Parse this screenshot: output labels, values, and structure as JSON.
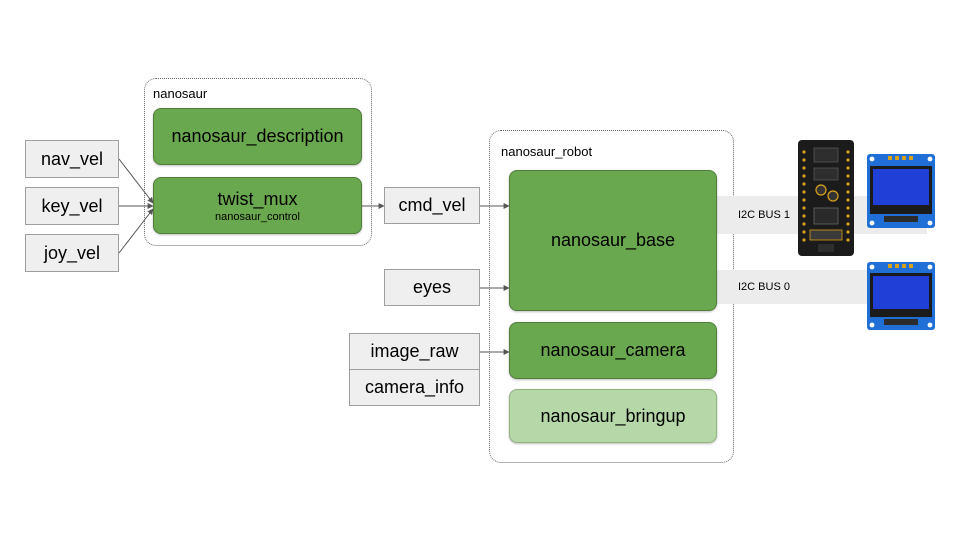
{
  "inputs": {
    "nav_vel": "nav_vel",
    "key_vel": "key_vel",
    "joy_vel": "joy_vel"
  },
  "nanosaur_group": {
    "label": "nanosaur",
    "description_node": "nanosaur_description",
    "twist_mux": {
      "title": "twist_mux",
      "subtitle": "nanosaur_control"
    }
  },
  "topics": {
    "cmd_vel": "cmd_vel",
    "eyes": "eyes",
    "image_raw": "image_raw",
    "camera_info": "camera_info"
  },
  "robot_group": {
    "label": "nanosaur_robot",
    "base": "nanosaur_base",
    "camera": "nanosaur_camera",
    "bringup": "nanosaur_bringup"
  },
  "buses": {
    "bus1": "I2C BUS 1",
    "bus0": "I2C BUS 0"
  },
  "colors": {
    "node_green": "#6aa84f",
    "node_light_green": "#b6d7a8",
    "topic_grey": "#efefef",
    "bus_grey": "#ececec",
    "oled_blue": "#1f3fd6",
    "pcb_black": "#1b1b1b",
    "pin_gold": "#d9a21b"
  },
  "hardware_icons": [
    "motor-driver-board-icon",
    "oled-display-icon"
  ]
}
